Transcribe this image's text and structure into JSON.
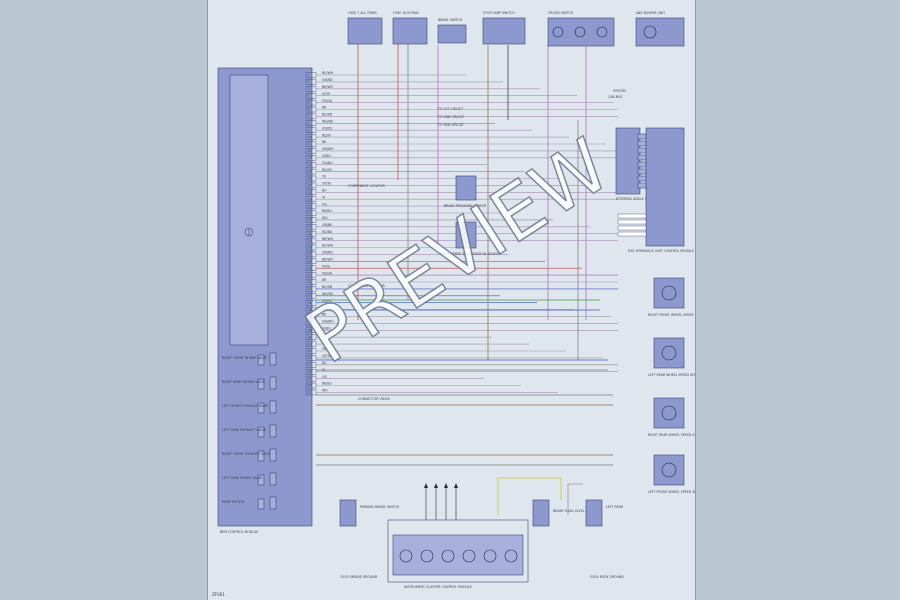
{
  "diagram": {
    "watermark": "PREVIEW",
    "sheet_id": "ZFV61",
    "main_module": {
      "label": "BEM CONTROL MODULE"
    },
    "top_components": [
      {
        "key": "fuse1",
        "label": "FUSE 7 ALL TIMES"
      },
      {
        "key": "fuse2",
        "label": "FUSE 16 IN RUN"
      },
      {
        "key": "brake",
        "label": "BRAKE SWITCH"
      },
      {
        "key": "stop",
        "label": "STOP LAMP SWITCH"
      },
      {
        "key": "cruise",
        "label": "CRUISE SWITCH"
      },
      {
        "key": "abs",
        "label": "ABS SENSOR UNIT"
      }
    ],
    "right_components": [
      {
        "key": "steer",
        "label": "STEERING ANGLE SENSOR"
      },
      {
        "key": "dsc",
        "label": "DSC HYDRAULIC UNIT CONTROL MODULE"
      },
      {
        "key": "ws_rf",
        "label": "RIGHT FRONT WHEEL SPEED SENSOR"
      },
      {
        "key": "ws_lr",
        "label": "LEFT REAR WHEEL SPEED SENSOR"
      },
      {
        "key": "ws_rr",
        "label": "RIGHT REAR WHEEL SPEED SENSOR"
      },
      {
        "key": "ws_lf",
        "label": "LEFT FRONT WHEEL SPEED SENSOR"
      }
    ],
    "mid_components": [
      {
        "key": "press",
        "label": "BRAKE PRESSURE SENSOR"
      },
      {
        "key": "trans",
        "label": "TRANSVERSE ACCELERATION SENSOR"
      }
    ],
    "bottom_components": [
      {
        "key": "cluster",
        "label": "INSTRUMENT CLUSTER CONTROL MODULE"
      },
      {
        "key": "hbrake",
        "label": "PARKING BRAKE SWITCH"
      },
      {
        "key": "fluid",
        "label": "BRAKE FLUID LEVEL SWITCH"
      },
      {
        "key": "g1",
        "label": "G103 ENGINE GROUND"
      },
      {
        "key": "g2",
        "label": "G204 BODY GROUND"
      }
    ],
    "module_sub_labels": [
      "RIGHT FRONT INTAKE VALVE",
      "RIGHT REAR INTAKE VALVE",
      "LEFT FRONT EXHAUST VALVE",
      "LEFT REAR EXHAUST VALVE",
      "RIGHT FRONT EXHAUST VALVE",
      "LEFT REAR INTAKE VALVE",
      "PUMP MOTOR"
    ],
    "wire_codes": [
      "BU/WH",
      "GN/RD",
      "BK/WH",
      "VI/YE",
      "YE/GN",
      "BR",
      "BU/RD",
      "WH/BU",
      "GY/RD",
      "RD/VI",
      "BK",
      "GN/WH",
      "VI/BU",
      "OG/BU",
      "RD/YE",
      "YE",
      "GY/YE",
      "BU",
      "VI",
      "OG",
      "BK/BU",
      "WH",
      "GN/BK",
      "RD/BU",
      "BR/WH"
    ],
    "pin_numbers": [
      "1",
      "2",
      "3",
      "4",
      "5",
      "6",
      "7",
      "8",
      "9",
      "10",
      "11",
      "12",
      "13",
      "14",
      "15",
      "16",
      "17",
      "18",
      "19",
      "20",
      "21",
      "22",
      "23",
      "24",
      "25",
      "26",
      "27",
      "28",
      "29",
      "30",
      "31",
      "32",
      "33",
      "34",
      "35",
      "36",
      "37",
      "38",
      "39",
      "40",
      "41",
      "42",
      "43",
      "44",
      "45",
      "46",
      "47"
    ],
    "notes": [
      "TO 1ST CIRCUIT",
      "TO 2ND CIRCUIT",
      "TO 3RD CIRCUIT",
      "COMPONENT LOCATOR",
      "COMPONENT LOCATOR",
      "CONNECTOR VIEWS"
    ],
    "colors": {
      "red": "#c83c3c",
      "violet": "#b35bc2",
      "green": "#3c9a3c",
      "blue": "#3f55c8",
      "brown": "#8b6a4a",
      "yellow": "#d9c53c",
      "black": "#2d2d2d",
      "gray": "#7a7a7a"
    }
  }
}
